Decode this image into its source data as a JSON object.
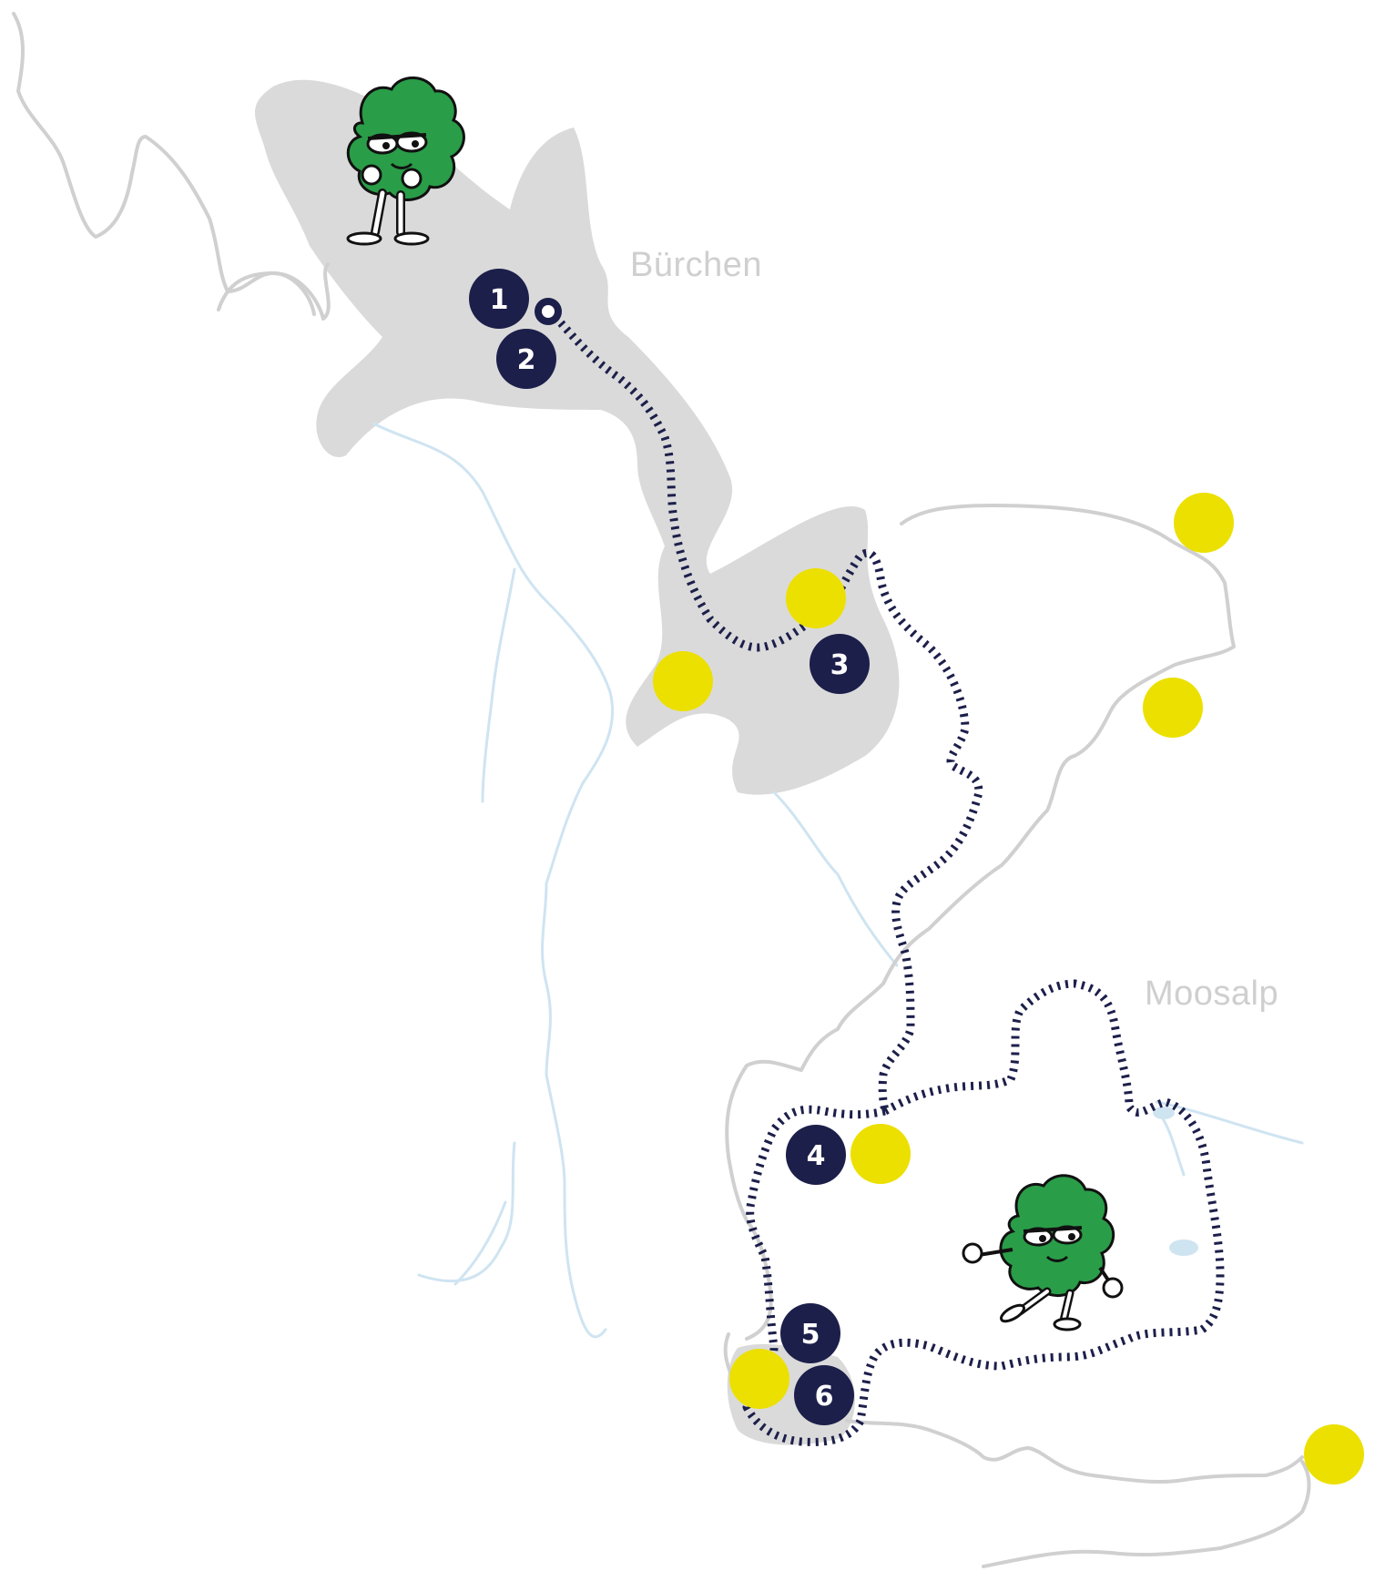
{
  "map": {
    "places": [
      {
        "id": "burchen",
        "label": "Bürchen"
      },
      {
        "id": "moosalp",
        "label": "Moosalp"
      }
    ],
    "markers": [
      "1",
      "2",
      "3",
      "4",
      "5",
      "6"
    ],
    "colors": {
      "trail": "#1c1f4a",
      "marker": "#1c1f4a",
      "poi": "#ece000",
      "zone": "#dadada",
      "road": "#d0d0d0",
      "river": "#cfe4f1",
      "mascot": "#2a9d48"
    },
    "icons": [
      "mascot-standing-icon",
      "mascot-walking-icon",
      "start-ring-icon"
    ]
  }
}
